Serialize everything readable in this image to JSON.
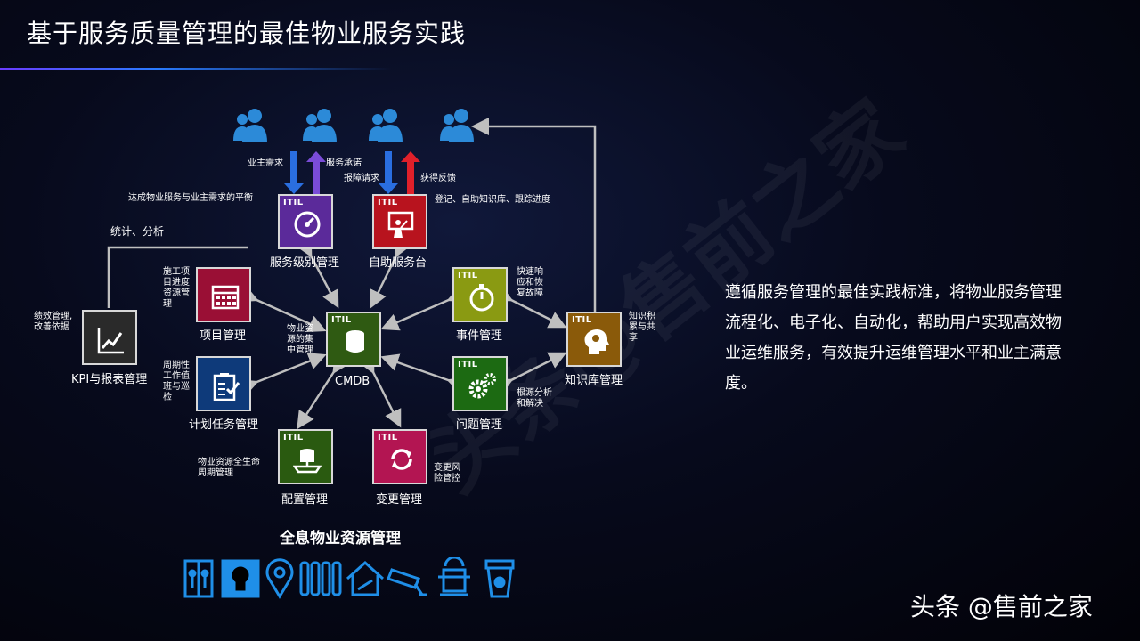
{
  "title": "基于服务质量管理的最佳物业服务实践",
  "watermark": "头条@售前之家",
  "colors": {
    "purple": "#5b2a9a",
    "red": "#b8131e",
    "green": "#2f5a12",
    "olive": "#8a9a12",
    "navy": "#0e3a7a",
    "pink": "#b31552",
    "blue_arrow": "#2a6ee0",
    "purple_arrow": "#7a4cd8",
    "red_arrow": "#e0202a",
    "people": "#2c8ad8"
  },
  "itil": "ITIL",
  "nodes": {
    "sla": "服务级别管理",
    "self": "自助服务台",
    "project": "项目管理",
    "kpi": "KPI与报表管理",
    "cmdb": "CMDB",
    "event": "事件管理",
    "knowledge": "知识库管理",
    "plan": "计划任务管理",
    "problem": "问题管理",
    "config": "配置管理",
    "change": "变更管理"
  },
  "notes": {
    "owner_req": "业主需求",
    "svc_promise": "服务承诺",
    "fault_req": "报障请求",
    "feedback": "获得反馈",
    "balance": "达成物业服务与业主需求的平衡",
    "register": "登记、自助知识库、跟踪进度",
    "stats": "统计、分析",
    "perf": "绩效管理,改善依据",
    "proj_note": "施工项目进度资源管理",
    "cmdb_note": "物业资源的集中管理",
    "fast": "快速响应和恢复故障",
    "know_note": "知识积累与共享",
    "cycle": "周期性工作值班与巡检",
    "root": "根源分析和解决",
    "lifecycle": "物业资源全生命周期管理",
    "risk": "变更风险管控"
  },
  "paragraph": "遵循服务管理的最佳实践标准，将物业服务管理流程化、电子化、自动化，帮助用户实现高效物业运维服务，有效提升运维管理水平和业主满意度。",
  "footer_title": "全息物业资源管理",
  "brand": "头条 @售前之家",
  "strip_icons": [
    "elevator-icon",
    "lightbulb-icon",
    "location-pin-icon",
    "radiator-icon",
    "house-tools-icon",
    "cctv-camera-icon",
    "fire-hydrant-icon",
    "trash-bin-icon"
  ]
}
